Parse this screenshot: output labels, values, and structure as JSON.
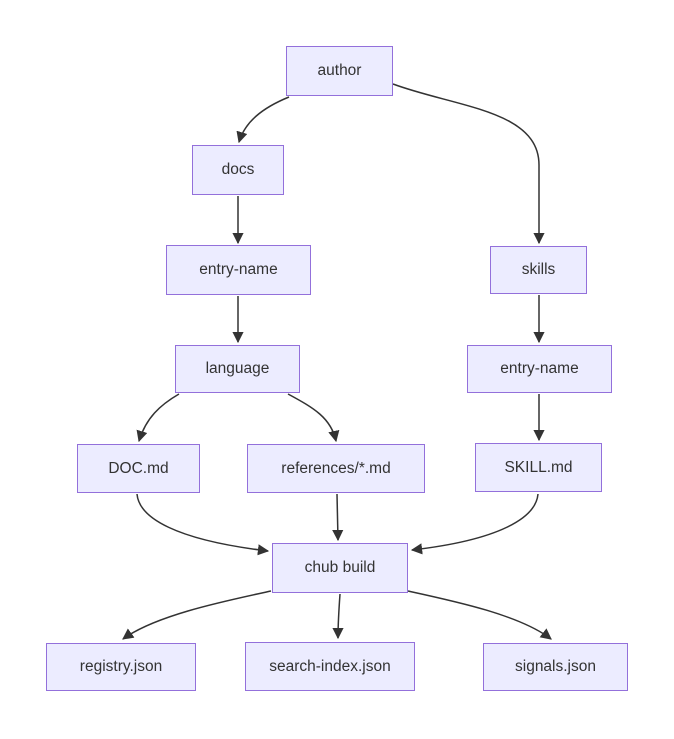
{
  "diagram": {
    "type": "flowchart",
    "colors": {
      "background": "#FFFFFF",
      "node_fill": "#ECECFF",
      "node_border": "#9370DB",
      "edge": "#333333",
      "text": "#333333"
    },
    "nodes": {
      "author": {
        "label": "author"
      },
      "docs": {
        "label": "docs"
      },
      "docs_entry_name": {
        "label": "entry-name"
      },
      "language": {
        "label": "language"
      },
      "doc_md": {
        "label": "DOC.md"
      },
      "references_md": {
        "label": "references/*.md"
      },
      "skills": {
        "label": "skills"
      },
      "skills_entry_name": {
        "label": "entry-name"
      },
      "skill_md": {
        "label": "SKILL.md"
      },
      "chub_build": {
        "label": "chub build"
      },
      "registry_json": {
        "label": "registry.json"
      },
      "search_index_json": {
        "label": "search-index.json"
      },
      "signals_json": {
        "label": "signals.json"
      }
    },
    "edges": [
      {
        "from": "author",
        "to": "docs"
      },
      {
        "from": "author",
        "to": "skills"
      },
      {
        "from": "docs",
        "to": "docs_entry_name"
      },
      {
        "from": "docs_entry_name",
        "to": "language"
      },
      {
        "from": "language",
        "to": "doc_md"
      },
      {
        "from": "language",
        "to": "references_md"
      },
      {
        "from": "skills",
        "to": "skills_entry_name"
      },
      {
        "from": "skills_entry_name",
        "to": "skill_md"
      },
      {
        "from": "doc_md",
        "to": "chub_build"
      },
      {
        "from": "references_md",
        "to": "chub_build"
      },
      {
        "from": "skill_md",
        "to": "chub_build"
      },
      {
        "from": "chub_build",
        "to": "registry_json"
      },
      {
        "from": "chub_build",
        "to": "search_index_json"
      },
      {
        "from": "chub_build",
        "to": "signals_json"
      }
    ]
  }
}
